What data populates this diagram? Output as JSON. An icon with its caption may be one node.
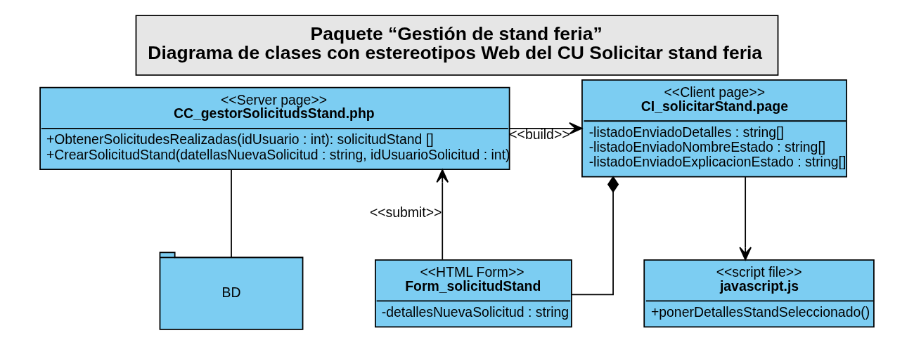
{
  "diagram": {
    "title": "Paquete “Gestión de stand feria”",
    "caption": "Diagrama de clases con estereotipos Web del CU Solicitar stand feria",
    "nodes": [
      {
        "text": [
          "<<Client page>>",
          "CI_solicitarStand.page",
          "-listadoEnviadoDetalles : string[]",
          "-listadoEnviadoNombreEstado : string[]",
          "-listadoEnviadoExplicacionEstado : string[]"
        ]
      },
      {
        "text": [
          "<<Server page>>",
          "CC_gestorSolicitudsStand.php",
          "+ObtenerSolicitudesRealizadas(idUsuario : int): solicitudStand []",
          "+CrearSolicitudStand(datellasNuevaSolicitud : string, idUsuarioSolicitud : int)"
        ]
      },
      {
        "text": [
          "<<script file>>",
          "javascript.js",
          "+ponerDetallesStandSeleccionado()"
        ]
      },
      {
        "text": [
          "<<HTML Form>>",
          "Form_solicitudStand",
          "-detallesNuevaSolicitud : string"
        ]
      },
      {
        "text": [
          "BD"
        ]
      }
    ],
    "edges": [
      {
        "from": 1,
        "to": 0,
        "arrow": "to",
        "label": "<<build>>"
      },
      {
        "from": 0,
        "to": 2,
        "arrow": "to"
      },
      {
        "from": 0,
        "to": 3,
        "arrow": "other"
      },
      {
        "from": 3,
        "to": 1,
        "arrow": "to",
        "label": "<<submit>>"
      },
      {
        "from": 1,
        "to": 4,
        "arrow": "none"
      }
    ]
  }
}
